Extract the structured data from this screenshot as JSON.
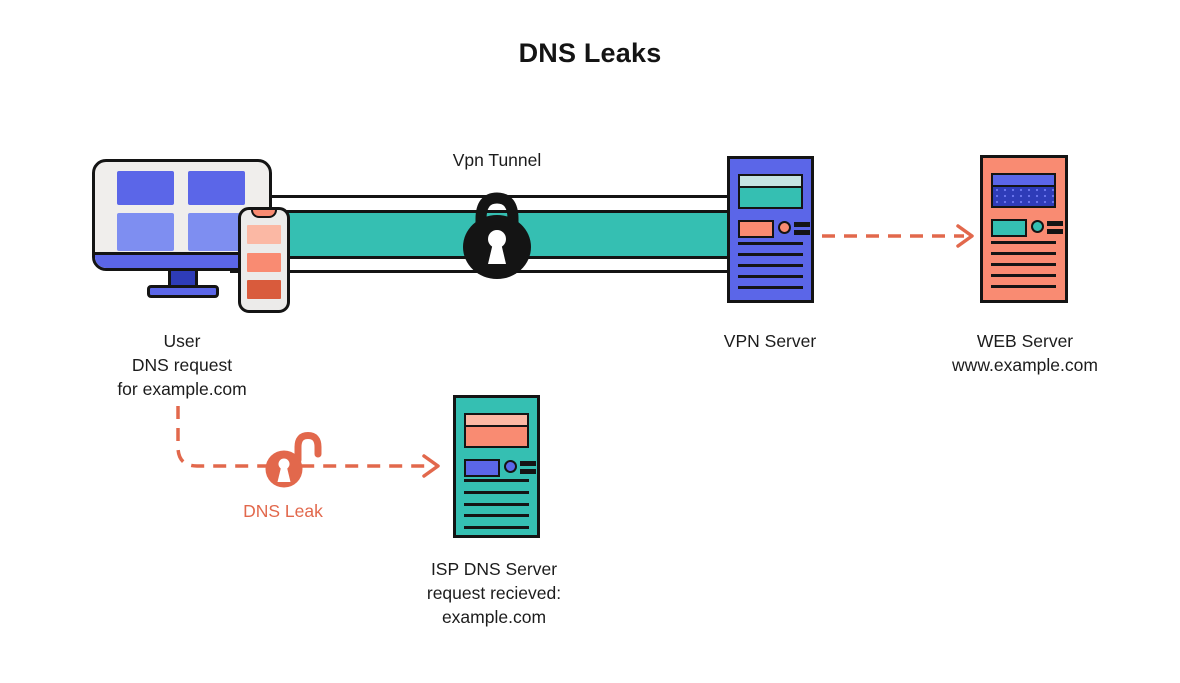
{
  "title": "DNS Leaks",
  "palette": {
    "ink": "#141414",
    "blue": "#5b66e8",
    "blue_light": "#7e8ef1",
    "blue_dark": "#2e3cb8",
    "teal": "#35bfb2",
    "teal_light": "#c5e3e2",
    "salmon": "#f98b72",
    "salmon_light": "#fbb8a4",
    "salmon_dark": "#d95b3c",
    "accent": "#e2684c",
    "device_gray": "#f0eeec",
    "bg": "#ffffff"
  },
  "tunnel": {
    "label": "Vpn Tunnel"
  },
  "user": {
    "lines": [
      "User",
      "DNS request",
      "for example.com"
    ]
  },
  "vpn_server": {
    "label": "VPN Server"
  },
  "web_server": {
    "lines": [
      "WEB Server",
      "www.example.com"
    ]
  },
  "isp_server": {
    "lines": [
      "ISP DNS Server",
      "request recieved:",
      "example.com"
    ]
  },
  "leak": {
    "label": "DNS Leak"
  }
}
